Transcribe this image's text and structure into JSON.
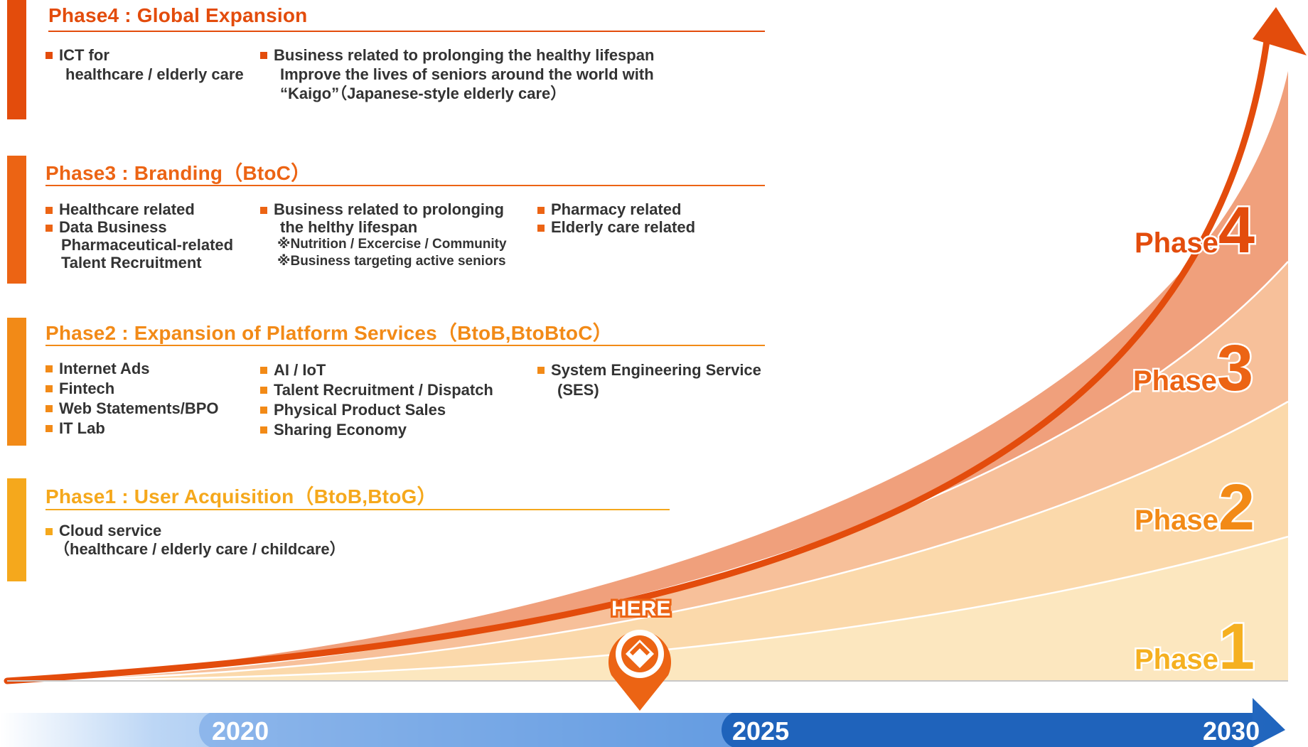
{
  "phases": [
    {
      "id": "phase4",
      "title": "Phase4 : Global Expansion",
      "color": "#e34c0c",
      "columns": [
        [
          {
            "text": "ICT for",
            "kind": "sq"
          },
          {
            "text": "healthcare / elderly care",
            "kind": "indent"
          }
        ],
        [
          {
            "text": "Business related to prolonging the healthy lifespan",
            "kind": "sq"
          },
          {
            "text": "Improve the lives of seniors around the world with",
            "kind": "indent"
          },
          {
            "text": "“Kaigo”（Japanese-style elderly care）",
            "kind": "indent"
          }
        ]
      ]
    },
    {
      "id": "phase3",
      "title": "Phase3 : Branding（BtoC）",
      "color": "#ec6414",
      "columns": [
        [
          {
            "text": "Healthcare related",
            "kind": "sq"
          },
          {
            "text": "Data Business",
            "kind": "sq"
          },
          {
            "text": "Pharmaceutical-related",
            "kind": "indent"
          },
          {
            "text": "Talent Recruitment",
            "kind": "indent"
          }
        ],
        [
          {
            "text": "Business related to prolonging",
            "kind": "sq"
          },
          {
            "text": "the helthy lifespan",
            "kind": "indent"
          },
          {
            "text": "※Nutrition / Excercise / Community",
            "kind": "note"
          },
          {
            "text": "※Business targeting active seniors",
            "kind": "note"
          }
        ],
        [
          {
            "text": "Pharmacy related",
            "kind": "sq"
          },
          {
            "text": "Elderly care related",
            "kind": "sq"
          }
        ]
      ]
    },
    {
      "id": "phase2",
      "title": "Phase2 : Expansion of Platform Services（BtoB,BtoBtoC）",
      "color": "#f28a17",
      "columns": [
        [
          {
            "text": "Internet Ads",
            "kind": "sq"
          },
          {
            "text": "Fintech",
            "kind": "sq"
          },
          {
            "text": "Web Statements/BPO",
            "kind": "sq"
          },
          {
            "text": "IT Lab",
            "kind": "sq"
          }
        ],
        [
          {
            "text": "AI / IoT",
            "kind": "sq"
          },
          {
            "text": "Talent Recruitment / Dispatch",
            "kind": "sq"
          },
          {
            "text": "Physical Product Sales",
            "kind": "sq"
          },
          {
            "text": "Sharing Economy",
            "kind": "sq"
          }
        ],
        [
          {
            "text": "System Engineering Service",
            "kind": "sq"
          },
          {
            "text": "(SES)",
            "kind": "indent"
          }
        ]
      ]
    },
    {
      "id": "phase1",
      "title": "Phase1 : User Acquisition（BtoB,BtoG）",
      "color": "#f5a81c",
      "columns": [
        [
          {
            "text": "Cloud service",
            "kind": "sq"
          },
          {
            "text": "（healthcare / elderly care / childcare）",
            "kind": "indent"
          }
        ]
      ]
    }
  ],
  "curve_labels": [
    {
      "word": "Phase",
      "number": "4",
      "color": "#e34c0c"
    },
    {
      "word": "Phase",
      "number": "3",
      "color": "#ec6414"
    },
    {
      "word": "Phase",
      "number": "2",
      "color": "#f28a17"
    },
    {
      "word": "Phase",
      "number": "1",
      "color": "#f5b020"
    }
  ],
  "here_label": "HERE",
  "timeline": {
    "years": [
      "2020",
      "2025",
      "2030"
    ],
    "color": "#2469be"
  },
  "colors": {
    "curve": "#e34c0c",
    "band1": "#fbe3b4",
    "band2": "#f9d1a3",
    "band3": "#f3b08e",
    "band4": "#ec8a66"
  }
}
